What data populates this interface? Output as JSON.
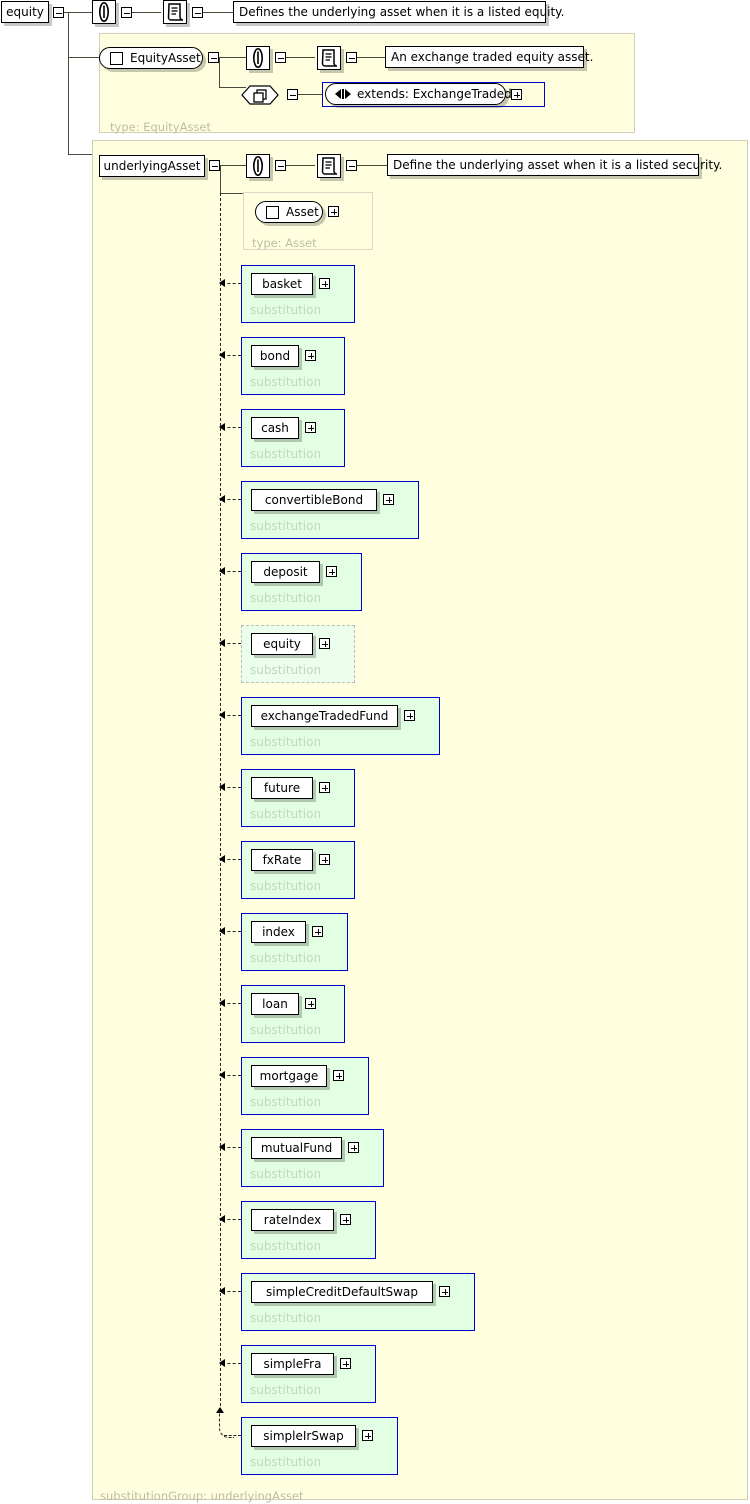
{
  "diagram": {
    "title": "equity element schema diagram",
    "colors": {
      "panel_bg": "#ffffe0",
      "substitution_bg": "#e3ffe3",
      "substitution_border": "#0000cc",
      "label_gray": "#bdbda6",
      "line": "#4a4a3a"
    }
  },
  "root": {
    "name": "equity",
    "annotation_icon": "paperclip-icon",
    "documentation_icon": "document-scroll-icon",
    "documentation": "Defines the underlying asset when it is a listed equity."
  },
  "equity_asset_panel": {
    "type_label": "type: EquityAsset",
    "node_name": "EquityAsset",
    "annotation_icon": "paperclip-icon",
    "documentation_icon": "document-scroll-icon",
    "documentation": "An exchange traded equity asset.",
    "extension_icon": "extension-diamond-icon",
    "extends_label": "extends: ExchangeTraded",
    "extends_icon": "complex-type-icon"
  },
  "underlying_asset_panel": {
    "node_name": "underlyingAsset",
    "annotation_icon": "paperclip-icon",
    "documentation_icon": "document-scroll-icon",
    "documentation": "Define the underlying asset when it is a listed security.",
    "group_label": "substitutionGroup: underlyingAsset",
    "type_box": {
      "node_name": "Asset",
      "type_label": "type: Asset"
    },
    "substitution_label": "substitution",
    "substitutions": [
      {
        "name": "basket",
        "current": false
      },
      {
        "name": "bond",
        "current": false
      },
      {
        "name": "cash",
        "current": false
      },
      {
        "name": "convertibleBond",
        "current": false
      },
      {
        "name": "deposit",
        "current": false
      },
      {
        "name": "equity",
        "current": true
      },
      {
        "name": "exchangeTradedFund",
        "current": false
      },
      {
        "name": "future",
        "current": false
      },
      {
        "name": "fxRate",
        "current": false
      },
      {
        "name": "index",
        "current": false
      },
      {
        "name": "loan",
        "current": false
      },
      {
        "name": "mortgage",
        "current": false
      },
      {
        "name": "mutualFund",
        "current": false
      },
      {
        "name": "rateIndex",
        "current": false
      },
      {
        "name": "simpleCreditDefaultSwap",
        "current": false
      },
      {
        "name": "simpleFra",
        "current": false
      },
      {
        "name": "simpleIrSwap",
        "current": false
      }
    ]
  }
}
